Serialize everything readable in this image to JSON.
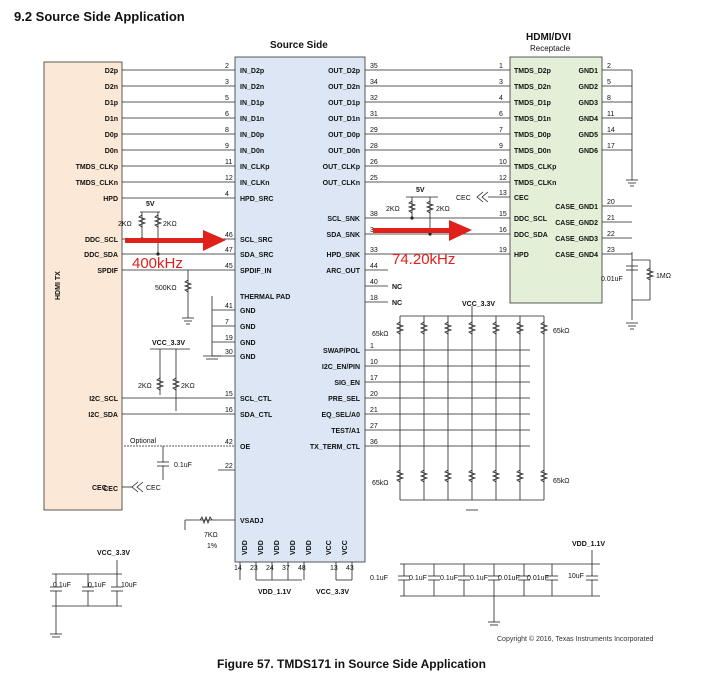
{
  "section_heading": "9.2  Source Side Application",
  "figure_caption": "Figure 57.  TMDS171 in Source Side Application",
  "copyright": "Copyright © 2016, Texas Instruments Incorporated",
  "hdmi_tx": {
    "title": "HDMI TX",
    "pins": [
      "D2p",
      "D2n",
      "D1p",
      "D1n",
      "D0p",
      "D0n",
      "TMDS_CLKp",
      "TMDS_CLKn",
      "HPD",
      "DDC_SCL",
      "DDC_SDA",
      "SPDIF",
      "I2C_SCL",
      "I2C_SDA",
      "CEC"
    ]
  },
  "ic": {
    "title": "Source Side",
    "left_pins": [
      {
        "num": "2",
        "name": "IN_D2p"
      },
      {
        "num": "3",
        "name": "IN_D2n"
      },
      {
        "num": "5",
        "name": "IN_D1p"
      },
      {
        "num": "6",
        "name": "IN_D1n"
      },
      {
        "num": "8",
        "name": "IN_D0p"
      },
      {
        "num": "9",
        "name": "IN_D0n"
      },
      {
        "num": "11",
        "name": "IN_CLKp"
      },
      {
        "num": "12",
        "name": "IN_CLKn"
      },
      {
        "num": "4",
        "name": "HPD_SRC"
      },
      {
        "num": "46",
        "name": "SCL_SRC"
      },
      {
        "num": "47",
        "name": "SDA_SRC"
      },
      {
        "num": "45",
        "name": "SPDIF_IN"
      },
      {
        "num": "",
        "name": "THERMAL PAD"
      },
      {
        "num": "41",
        "name": "GND"
      },
      {
        "num": "7",
        "name": "GND"
      },
      {
        "num": "19",
        "name": "GND"
      },
      {
        "num": "30",
        "name": "GND"
      },
      {
        "num": "15",
        "name": "SCL_CTL"
      },
      {
        "num": "16",
        "name": "SDA_CTL"
      },
      {
        "num": "42",
        "name": "OE"
      },
      {
        "num": "22",
        "name": ""
      },
      {
        "num": "",
        "name": "VSADJ"
      }
    ],
    "right_pins": [
      {
        "num": "35",
        "name": "OUT_D2p"
      },
      {
        "num": "34",
        "name": "OUT_D2n"
      },
      {
        "num": "32",
        "name": "OUT_D1p"
      },
      {
        "num": "31",
        "name": "OUT_D1n"
      },
      {
        "num": "29",
        "name": "OUT_D0p"
      },
      {
        "num": "28",
        "name": "OUT_D0n"
      },
      {
        "num": "26",
        "name": "OUT_CLKp"
      },
      {
        "num": "25",
        "name": "OUT_CLKn"
      },
      {
        "num": "38",
        "name": "SCL_SNK"
      },
      {
        "num": "3",
        "name": "SDA_SNK"
      },
      {
        "num": "33",
        "name": "HPD_SNK"
      },
      {
        "num": "44",
        "name": "ARC_OUT"
      },
      {
        "num": "40",
        "name": "NC"
      },
      {
        "num": "18",
        "name": "NC"
      },
      {
        "num": "1",
        "name": "SWAP/POL"
      },
      {
        "num": "10",
        "name": "I2C_EN/PIN"
      },
      {
        "num": "17",
        "name": "SIG_EN"
      },
      {
        "num": "20",
        "name": "PRE_SEL"
      },
      {
        "num": "21",
        "name": "EQ_SEL/A0"
      },
      {
        "num": "27",
        "name": "TEST/A1"
      },
      {
        "num": "36",
        "name": "TX_TERM_CTL"
      }
    ],
    "bottom_pins": [
      "VDD",
      "VDD",
      "VDD",
      "VDD",
      "VDD",
      "VCC",
      "VCC"
    ],
    "bottom_nums": [
      "14",
      "23",
      "24",
      "37",
      "48",
      "13",
      "43"
    ]
  },
  "receptacle": {
    "title": "HDMI/DVI",
    "subtitle": "Receptacle",
    "left_pins": [
      {
        "num": "1",
        "name": "TMDS_D2p"
      },
      {
        "num": "3",
        "name": "TMDS_D2n"
      },
      {
        "num": "4",
        "name": "TMDS_D1p"
      },
      {
        "num": "6",
        "name": "TMDS_D1n"
      },
      {
        "num": "7",
        "name": "TMDS_D0p"
      },
      {
        "num": "9",
        "name": "TMDS_D0n"
      },
      {
        "num": "10",
        "name": "TMDS_CLKp"
      },
      {
        "num": "12",
        "name": "TMDS_CLKn"
      },
      {
        "num": "13",
        "name": "CEC"
      },
      {
        "num": "15",
        "name": "DDC_SCL"
      },
      {
        "num": "16",
        "name": "DDC_SDA"
      },
      {
        "num": "19",
        "name": "HPD"
      }
    ],
    "right_pins": [
      {
        "num": "2",
        "name": "GND1"
      },
      {
        "num": "5",
        "name": "GND2"
      },
      {
        "num": "8",
        "name": "GND3"
      },
      {
        "num": "11",
        "name": "GND4"
      },
      {
        "num": "14",
        "name": "GND5"
      },
      {
        "num": "17",
        "name": "GND6"
      },
      {
        "num": "20",
        "name": "CASE_GND1"
      },
      {
        "num": "21",
        "name": "CASE_GND2"
      },
      {
        "num": "22",
        "name": "CASE_GND3"
      },
      {
        "num": "23",
        "name": "CASE_GND4"
      }
    ]
  },
  "labels": {
    "v5": "5V",
    "r2k": "2KΩ",
    "r500k": "500KΩ",
    "vcc33": "VCC_3.3V",
    "r65k": "65kΩ",
    "optional": "Optional",
    "c01": "0.1uF",
    "c10": "10uF",
    "c001": "0.01uF",
    "r1m": "1MΩ",
    "r7k": "7KΩ",
    "pct1": "1%",
    "vdd11": "VDD_1.1V",
    "cec_left": "CEC",
    "cec_sym": "CEC",
    "cec_top": "CEC",
    "nc": "NC"
  },
  "annotations": {
    "left_freq": "400kHz",
    "right_freq": "74.20kHz"
  },
  "colors": {
    "annotation": "#e0201b",
    "hdmi_tx_fill": "#fbe8d6",
    "ic_fill": "#dce6f4",
    "receptacle_fill": "#e4efd8"
  }
}
